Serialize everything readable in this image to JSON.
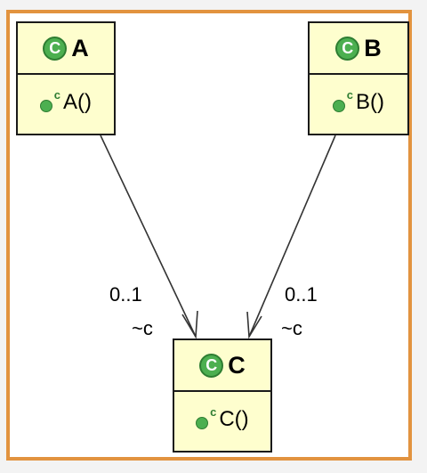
{
  "diagram": {
    "classes": [
      {
        "id": "A",
        "badge": "C",
        "name": "A",
        "constructor_marker": "c",
        "constructor": "A()"
      },
      {
        "id": "B",
        "badge": "C",
        "name": "B",
        "constructor_marker": "c",
        "constructor": "B()"
      },
      {
        "id": "C",
        "badge": "C",
        "name": "C",
        "constructor_marker": "c",
        "constructor": "C()"
      }
    ],
    "associations": [
      {
        "from": "A",
        "to": "C",
        "multiplicity": "0..1",
        "role": "~c"
      },
      {
        "from": "B",
        "to": "C",
        "multiplicity": "0..1",
        "role": "~c"
      }
    ],
    "colors": {
      "frame_border": "#e2933f",
      "class_fill": "#fefece",
      "class_icon": "#4caf50"
    }
  }
}
